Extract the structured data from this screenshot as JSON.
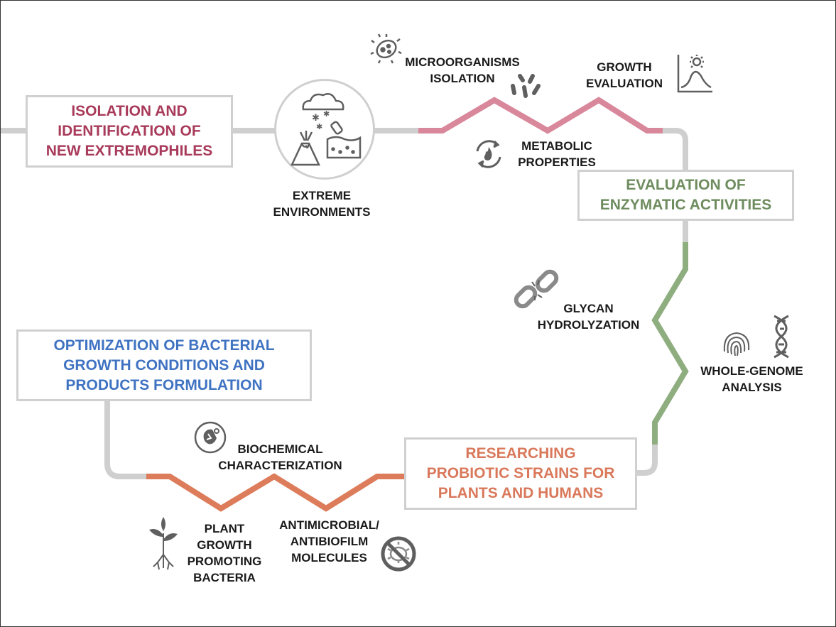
{
  "colors": {
    "connector": "#cfcfcf",
    "isolation": "#a83a5a",
    "isolation_line": "#d9879b",
    "enzymatic": "#6e8c5e",
    "enzymatic_line": "#8fae80",
    "probiotic": "#d9785a",
    "probiotic_line": "#dd7c5b",
    "optimization": "#3f73c2",
    "icon": "#5f5f5f"
  },
  "boxes": {
    "isolation": [
      "ISOLATION AND",
      "IDENTIFICATION OF",
      "NEW EXTREMOPHILES"
    ],
    "enzymatic": [
      "EVALUATION OF",
      "ENZYMATIC ACTIVITIES"
    ],
    "probiotic": [
      "RESEARCHING",
      "PROBIOTIC STRAINS FOR",
      "PLANTS AND HUMANS"
    ],
    "optimization": [
      "OPTIMIZATION OF BACTERIAL",
      "GROWTH CONDITIONS AND",
      "PRODUCTS FORMULATION"
    ]
  },
  "labels": {
    "extreme": [
      "EXTREME",
      "ENVIRONMENTS"
    ],
    "microorganisms": [
      "MICROORGANISMS",
      "ISOLATION"
    ],
    "growth": [
      "GROWTH",
      "EVALUATION"
    ],
    "metabolic": [
      "METABOLIC",
      "PROPERTIES"
    ],
    "glycan": [
      "GLYCAN",
      "HYDROLYZATION"
    ],
    "genome": [
      "WHOLE-GENOME",
      "ANALYSIS"
    ],
    "biochemical": [
      "BIOCHEMICAL",
      "CHARACTERIZATION"
    ],
    "plant": [
      "PLANT",
      "GROWTH",
      "PROMOTING",
      "BACTERIA"
    ],
    "antimicrobial": [
      "ANTIMICROBIAL/",
      "ANTIBIOFILM",
      "MOLECULES"
    ]
  },
  "icons": [
    "cloud-snow-icon",
    "volcano-icon",
    "salt-soil-icon",
    "microbe-icon",
    "bacilli-icon",
    "growth-curve-icon",
    "metabolic-cycle-icon",
    "broken-link-icon",
    "fingerprint-icon",
    "dna-icon",
    "biochemical-icon",
    "plant-icon",
    "no-microbe-icon"
  ]
}
